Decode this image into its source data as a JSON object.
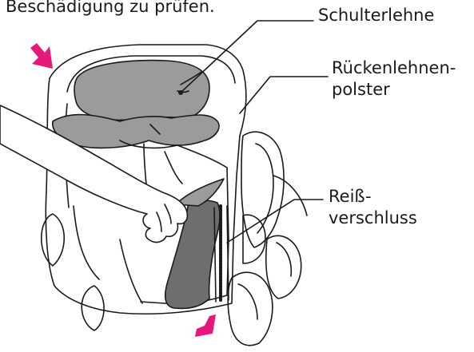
{
  "caption": "Beschädigung zu prüfen.",
  "labels": {
    "shoulder_rest": "Schulterlehne",
    "back_pad": [
      "Rückenlehnen-",
      "polster"
    ],
    "zipper": [
      "Reiß-",
      "verschluss"
    ]
  },
  "colors": {
    "arrow": "#e6197a",
    "outline": "#1a1a1a",
    "shoulder_pad_fill": "#9b9b9b",
    "liner_fill": "#6e6e6e"
  }
}
